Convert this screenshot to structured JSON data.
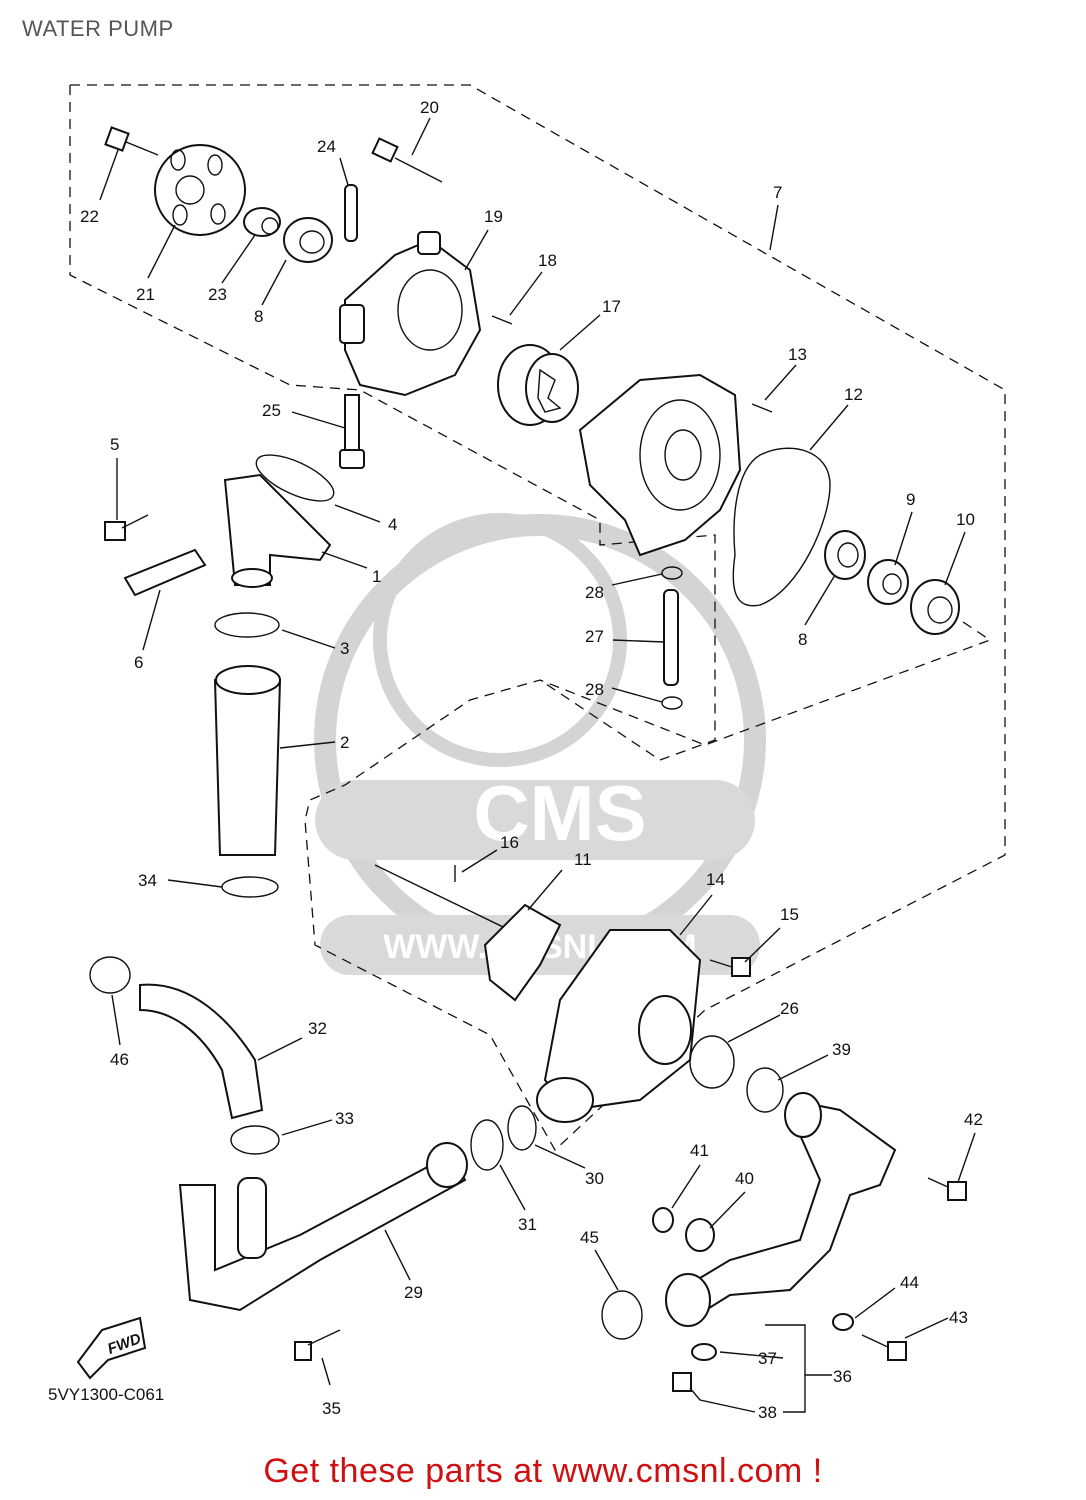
{
  "title": "WATER PUMP",
  "diagram_code": "5VY1300-C061",
  "footer_text": "Get these parts at www.cmsnl.com !",
  "fwd_badge": "FWD",
  "watermark": {
    "brand": "CMS",
    "url": "WWW.CMSNL.COM"
  },
  "callouts": [
    "1",
    "2",
    "3",
    "4",
    "5",
    "6",
    "7",
    "8",
    "8",
    "9",
    "10",
    "11",
    "12",
    "13",
    "14",
    "15",
    "16",
    "17",
    "18",
    "19",
    "20",
    "21",
    "22",
    "23",
    "24",
    "25",
    "26",
    "27",
    "28",
    "28",
    "29",
    "30",
    "31",
    "32",
    "33",
    "34",
    "35",
    "36",
    "37",
    "38",
    "39",
    "40",
    "41",
    "42",
    "43",
    "44",
    "45",
    "46"
  ],
  "colors": {
    "line": "#111111",
    "footer": "#d01010",
    "watermark": "#d9d9d9",
    "title": "#555555"
  }
}
